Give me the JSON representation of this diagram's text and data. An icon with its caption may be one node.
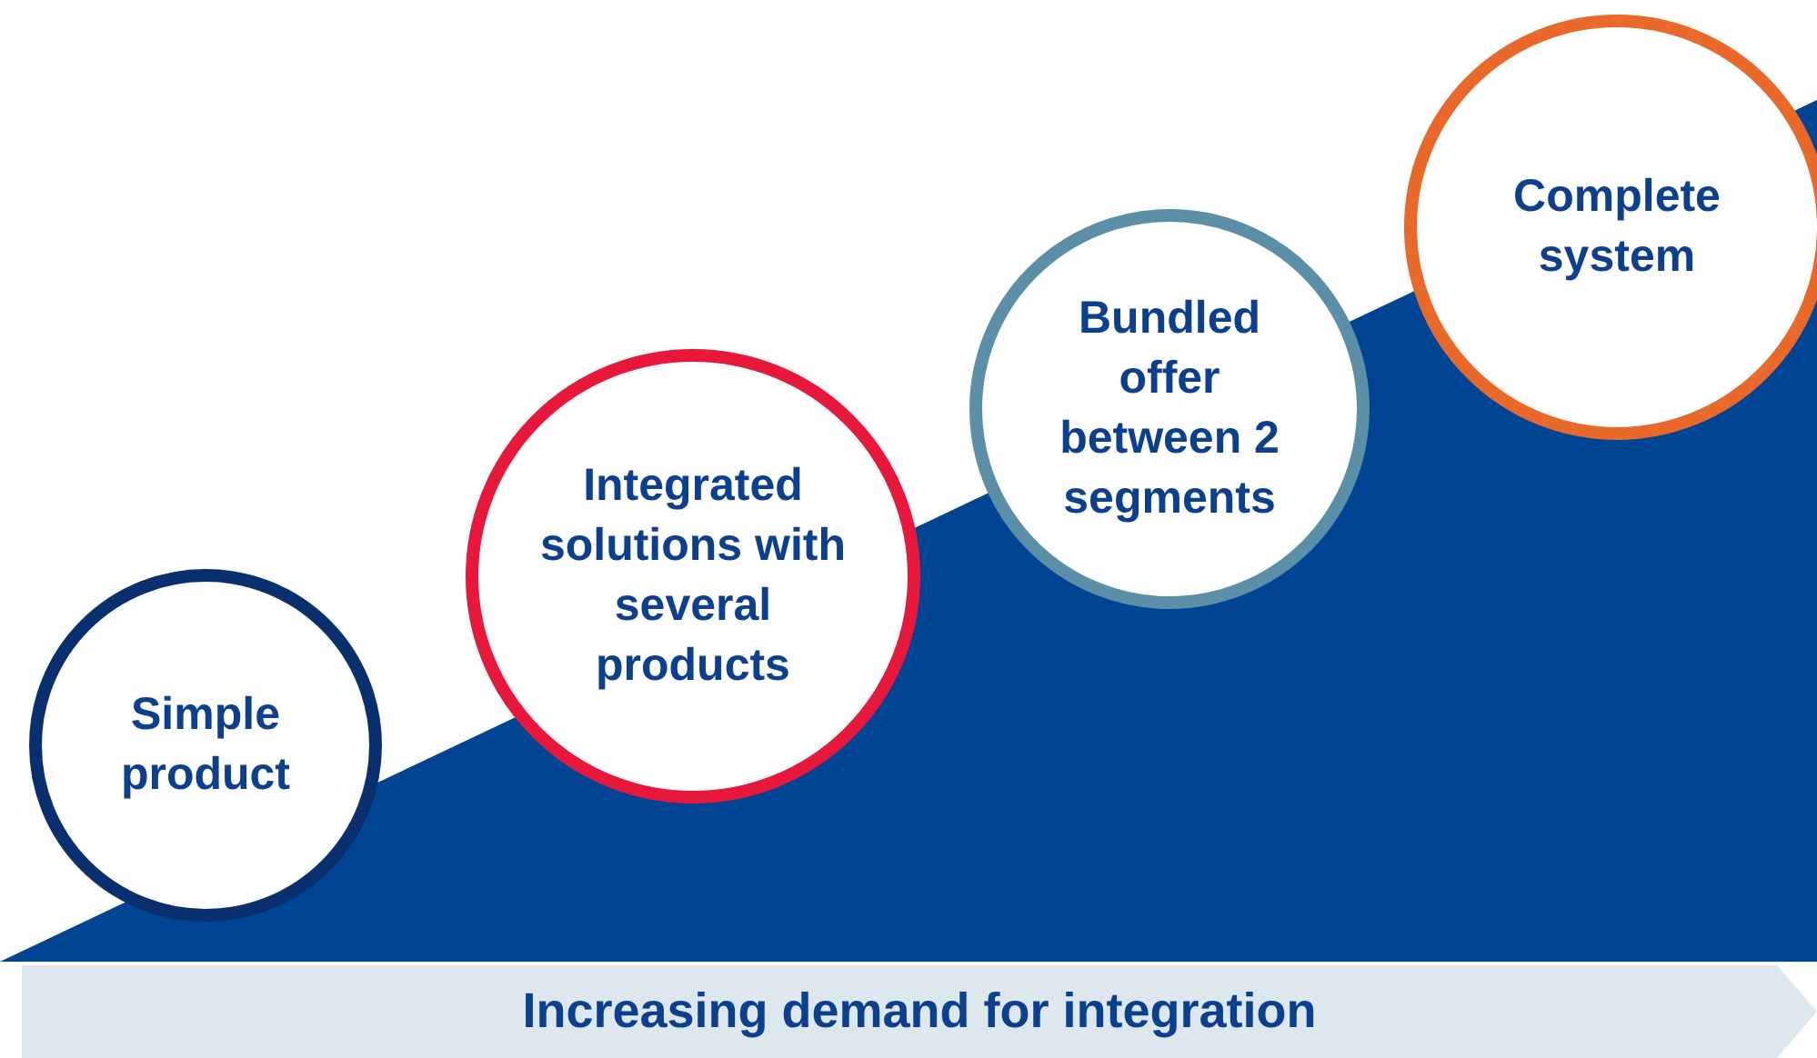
{
  "diagram": {
    "nodes": [
      {
        "text": [
          "Simple product"
        ]
      },
      {
        "text": [
          "Integrated solutions with several products"
        ]
      },
      {
        "text": [
          "Bundled offer between 2 segments"
        ]
      },
      {
        "text": [
          "Complete system"
        ]
      },
      {
        "text": [
          "Increasing demand for integration"
        ]
      }
    ]
  }
}
